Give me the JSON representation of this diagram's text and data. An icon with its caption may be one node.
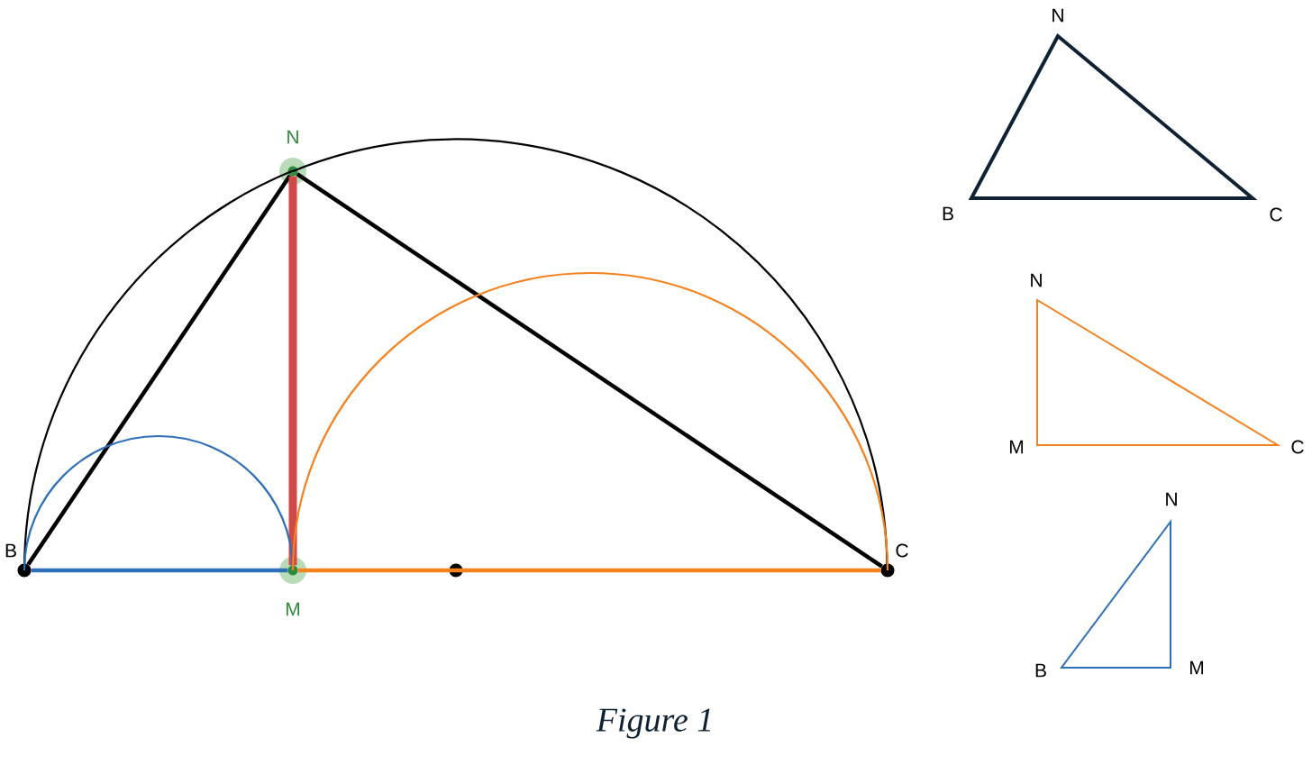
{
  "diagram": {
    "caption": "Figure 1",
    "nodes": [
      {
        "text": [
          "B"
        ]
      },
      {
        "text": [
          "N"
        ]
      },
      {
        "text": [
          "M"
        ]
      },
      {
        "text": [],
        "shape": "circle"
      },
      {
        "text": [
          "C"
        ]
      }
    ],
    "edges": [
      {
        "from": 0,
        "to": 1,
        "arrow": "none"
      },
      {
        "from": 1,
        "to": 4,
        "arrow": "none"
      },
      {
        "from": 1,
        "to": 2,
        "arrow": "none",
        "style": "thick",
        "color": "#d04848"
      },
      {
        "from": 0,
        "to": 2,
        "arrow": "none",
        "color": "#2e6fba"
      },
      {
        "from": 2,
        "to": 4,
        "arrow": "none",
        "color": "#f5821f"
      },
      {
        "from": 0,
        "to": 1,
        "arrow": "none"
      },
      {
        "from": 1,
        "to": 4,
        "arrow": "none"
      },
      {
        "from": 0,
        "to": 2,
        "arrow": "none",
        "color": "#2e6fba"
      },
      {
        "from": 2,
        "to": 4,
        "arrow": "none",
        "color": "#f5821f"
      }
    ],
    "labels": [
      "N",
      "B",
      "C",
      "N",
      "M",
      "C",
      "N",
      "B",
      "M"
    ]
  }
}
